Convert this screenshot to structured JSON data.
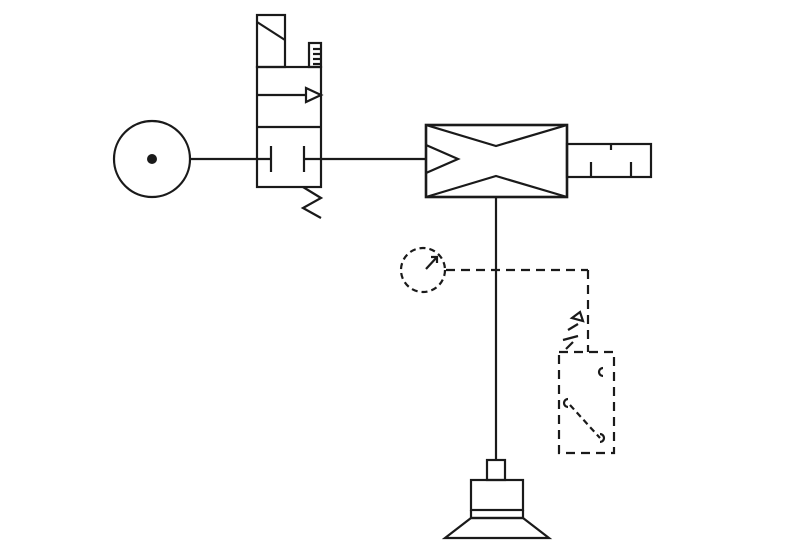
{
  "colors": {
    "stroke": "#1a1a1a",
    "background": "#ffffff"
  },
  "components": [
    {
      "id": "pressure-source",
      "kind": "air-pressure-source-symbol"
    },
    {
      "id": "solenoid-valve",
      "kind": "3-2-way-solenoid-valve-spring-return"
    },
    {
      "id": "vacuum-generator",
      "kind": "venturi-ejector-with-silencer"
    },
    {
      "id": "vacuum-gauge",
      "kind": "gauge"
    },
    {
      "id": "vacuum-switch",
      "kind": "adjustable-vacuum-pressure-switch"
    },
    {
      "id": "suction-cup",
      "kind": "vacuum-suction-cup"
    }
  ]
}
